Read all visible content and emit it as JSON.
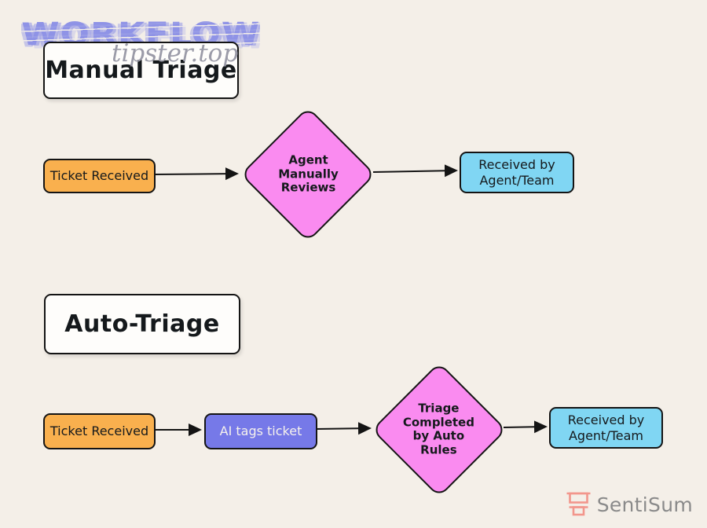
{
  "watermark": {
    "title": "WORKFLOW",
    "subtitle": "tipster.top"
  },
  "manual_flow": {
    "title": "Manual Triage",
    "start": "Ticket Received",
    "decision": "Agent\nManually\nReviews",
    "end": "Received by\nAgent/Team"
  },
  "auto_flow": {
    "title": "Auto-Triage",
    "start": "Ticket Received",
    "tag_step": "AI tags ticket",
    "decision": "Triage\nCompleted\nby Auto\nRules",
    "end": "Received by\nAgent/Team"
  },
  "brand": {
    "name": "SentiSum"
  },
  "colors": {
    "background": "#f4efe8",
    "start_node": "#f9b04e",
    "decision_node": "#fa8bf0",
    "end_node": "#80d6f3",
    "tag_node": "#7679e8",
    "watermark": "#8f93e6",
    "brand_icon": "#f2968c",
    "brand_text": "#8a8a8a",
    "stroke": "#141414"
  }
}
